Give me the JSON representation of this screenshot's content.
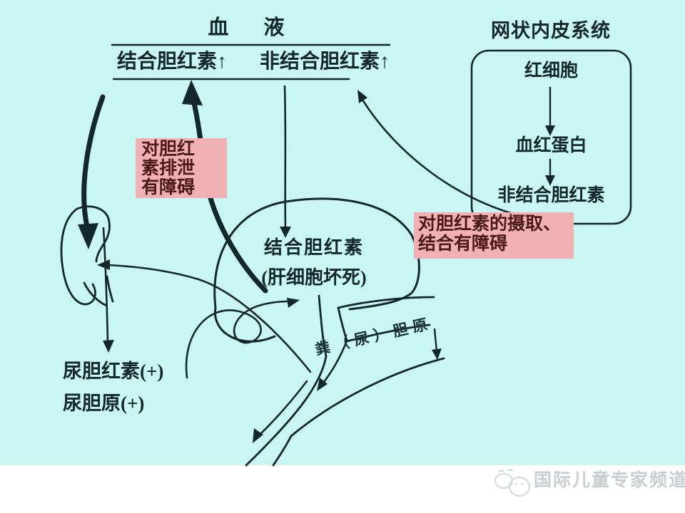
{
  "diagram": {
    "title_area": {
      "blood_title": "血　液",
      "conjugated_up": "结合胆红素↑",
      "unconjugated_up": "非结合胆红素↑"
    },
    "res_system": {
      "title": "网状内皮系统",
      "items": [
        {
          "label": "红细胞"
        },
        {
          "label": "血红蛋白"
        },
        {
          "label": "非结合胆红素"
        }
      ]
    },
    "excretion_obstacle_box": {
      "line1": "对胆红",
      "line2": "素排泄",
      "line3": "有障碍"
    },
    "uptake_obstacle_box": {
      "line1": "对胆红素的摄取、",
      "line2": "结合有障碍"
    },
    "liver": {
      "label": "结合胆红素",
      "sublabel": "(肝细胞坏死)"
    },
    "urine_results": {
      "bilirubin": "尿胆红素(+)",
      "urobilinogen": "尿胆原(+)"
    },
    "intestine": {
      "label": "粪（尿）胆原"
    },
    "watermark": {
      "text": "国际儿童专家频道"
    },
    "colors": {
      "background": "#c9f6f2",
      "ink": "#14262e",
      "pink_box": "#f1b0b3",
      "pink_text": "#4d1b16",
      "watermark_gray": "#c7cdd1"
    }
  }
}
